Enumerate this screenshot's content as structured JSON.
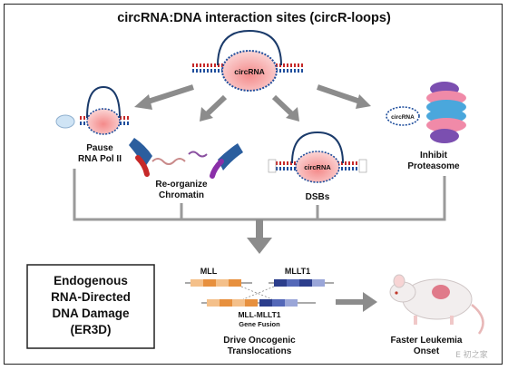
{
  "title": "circRNA:DNA interaction sites (circR-loops)",
  "circ_label": "circRNA",
  "effects": {
    "pause": [
      "Pause",
      "RNA Pol II"
    ],
    "chromatin": [
      "Re-organize",
      "Chromatin"
    ],
    "dsbs": [
      "DSBs"
    ],
    "proteasome": [
      "Inhibit",
      "Proteasome"
    ]
  },
  "er3d": [
    "Endogenous",
    "RNA-Directed",
    "DNA Damage",
    "(ER3D)"
  ],
  "genes": {
    "mll": "MLL",
    "mllt1": "MLLT1",
    "fusion": [
      "MLL-MLLT1",
      "Gene Fusion"
    ]
  },
  "outcomes": {
    "translocations": [
      "Drive Oncogenic",
      "Translocations"
    ],
    "leukemia": [
      "Faster Leukemia",
      "Onset"
    ]
  },
  "watermark": "E 初之家",
  "colors": {
    "arrow": "#8c8c8c",
    "dna_red": "#c62828",
    "dna_blue": "#1f4e9c",
    "circ_fill": "#f6b8b8",
    "mll_orange": "#e7903e",
    "mllt1_blue": "#3b4fa3"
  }
}
